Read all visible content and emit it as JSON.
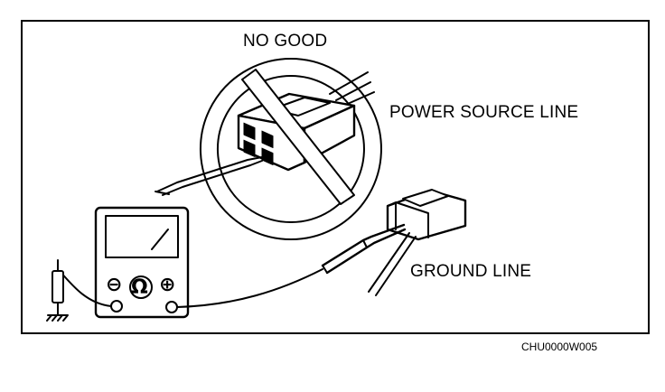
{
  "labels": {
    "no_good": "NO GOOD",
    "power_source_line": "POWER SOURCE LINE",
    "ground_line": "GROUND LINE",
    "figure_code": "CHU0000W005"
  },
  "meter": {
    "minus_symbol": "⊖",
    "ohm_symbol": "Ω",
    "plus_symbol": "⊕"
  },
  "colors": {
    "ink": "#000000",
    "background": "#ffffff"
  }
}
